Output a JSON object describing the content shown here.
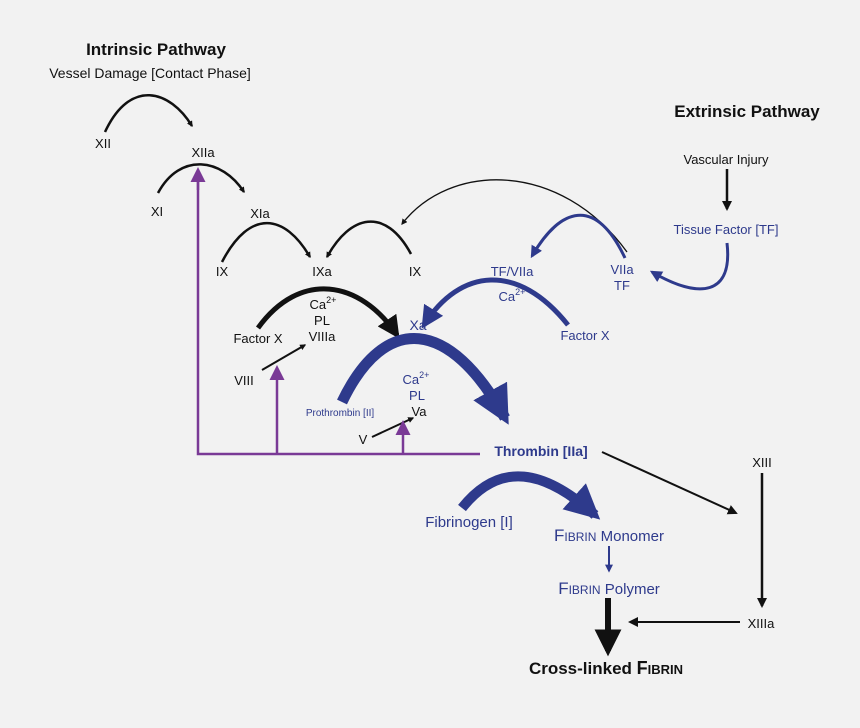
{
  "colors": {
    "black": "#111111",
    "blue": "#2e3a8c",
    "purple": "#7a3a96",
    "background": "#f2f2f2"
  },
  "intrinsic": {
    "title": "Intrinsic Pathway",
    "subtitle": "Vessel Damage [Contact Phase]",
    "xii": "XII",
    "xiia": "XIIa",
    "xi": "XI",
    "xia": "XIa",
    "ix_left": "IX",
    "ixa": "IXa",
    "ix_right": "IX",
    "factor_x": "Factor X",
    "ca": "Ca",
    "ca_sup": "2+",
    "pl": "PL",
    "viiia": "VIIIa",
    "viii": "VIII"
  },
  "extrinsic": {
    "title": "Extrinsic Pathway",
    "vascular_injury": "Vascular Injury",
    "tissue_factor": "Tissue Factor [TF]",
    "viia": "VIIa",
    "tf": "TF",
    "tf_viia": "TF/VIIa",
    "ca": "Ca",
    "ca_sup": "2+",
    "factor_x": "Factor X"
  },
  "common": {
    "xa": "Xa",
    "prothrombin": "Prothrombin [II]",
    "ca": "Ca",
    "ca_sup": "2+",
    "pl": "PL",
    "va": "Va",
    "v": "V",
    "thrombin": "Thrombin [IIa]",
    "fibrinogen": "Fibrinogen [I]",
    "fibrin_monomer_cap": "F",
    "fibrin_monomer_sc": "IBRIN",
    "fibrin_monomer_rest": " Monomer",
    "fibrin_polymer_cap": "F",
    "fibrin_polymer_sc": "IBRIN",
    "fibrin_polymer_rest": " Polymer",
    "xiii": "XIII",
    "xiiia": "XIIIa",
    "crosslinked_pre": "Cross-linked ",
    "crosslinked_cap": "F",
    "crosslinked_sc": "IBRIN"
  }
}
